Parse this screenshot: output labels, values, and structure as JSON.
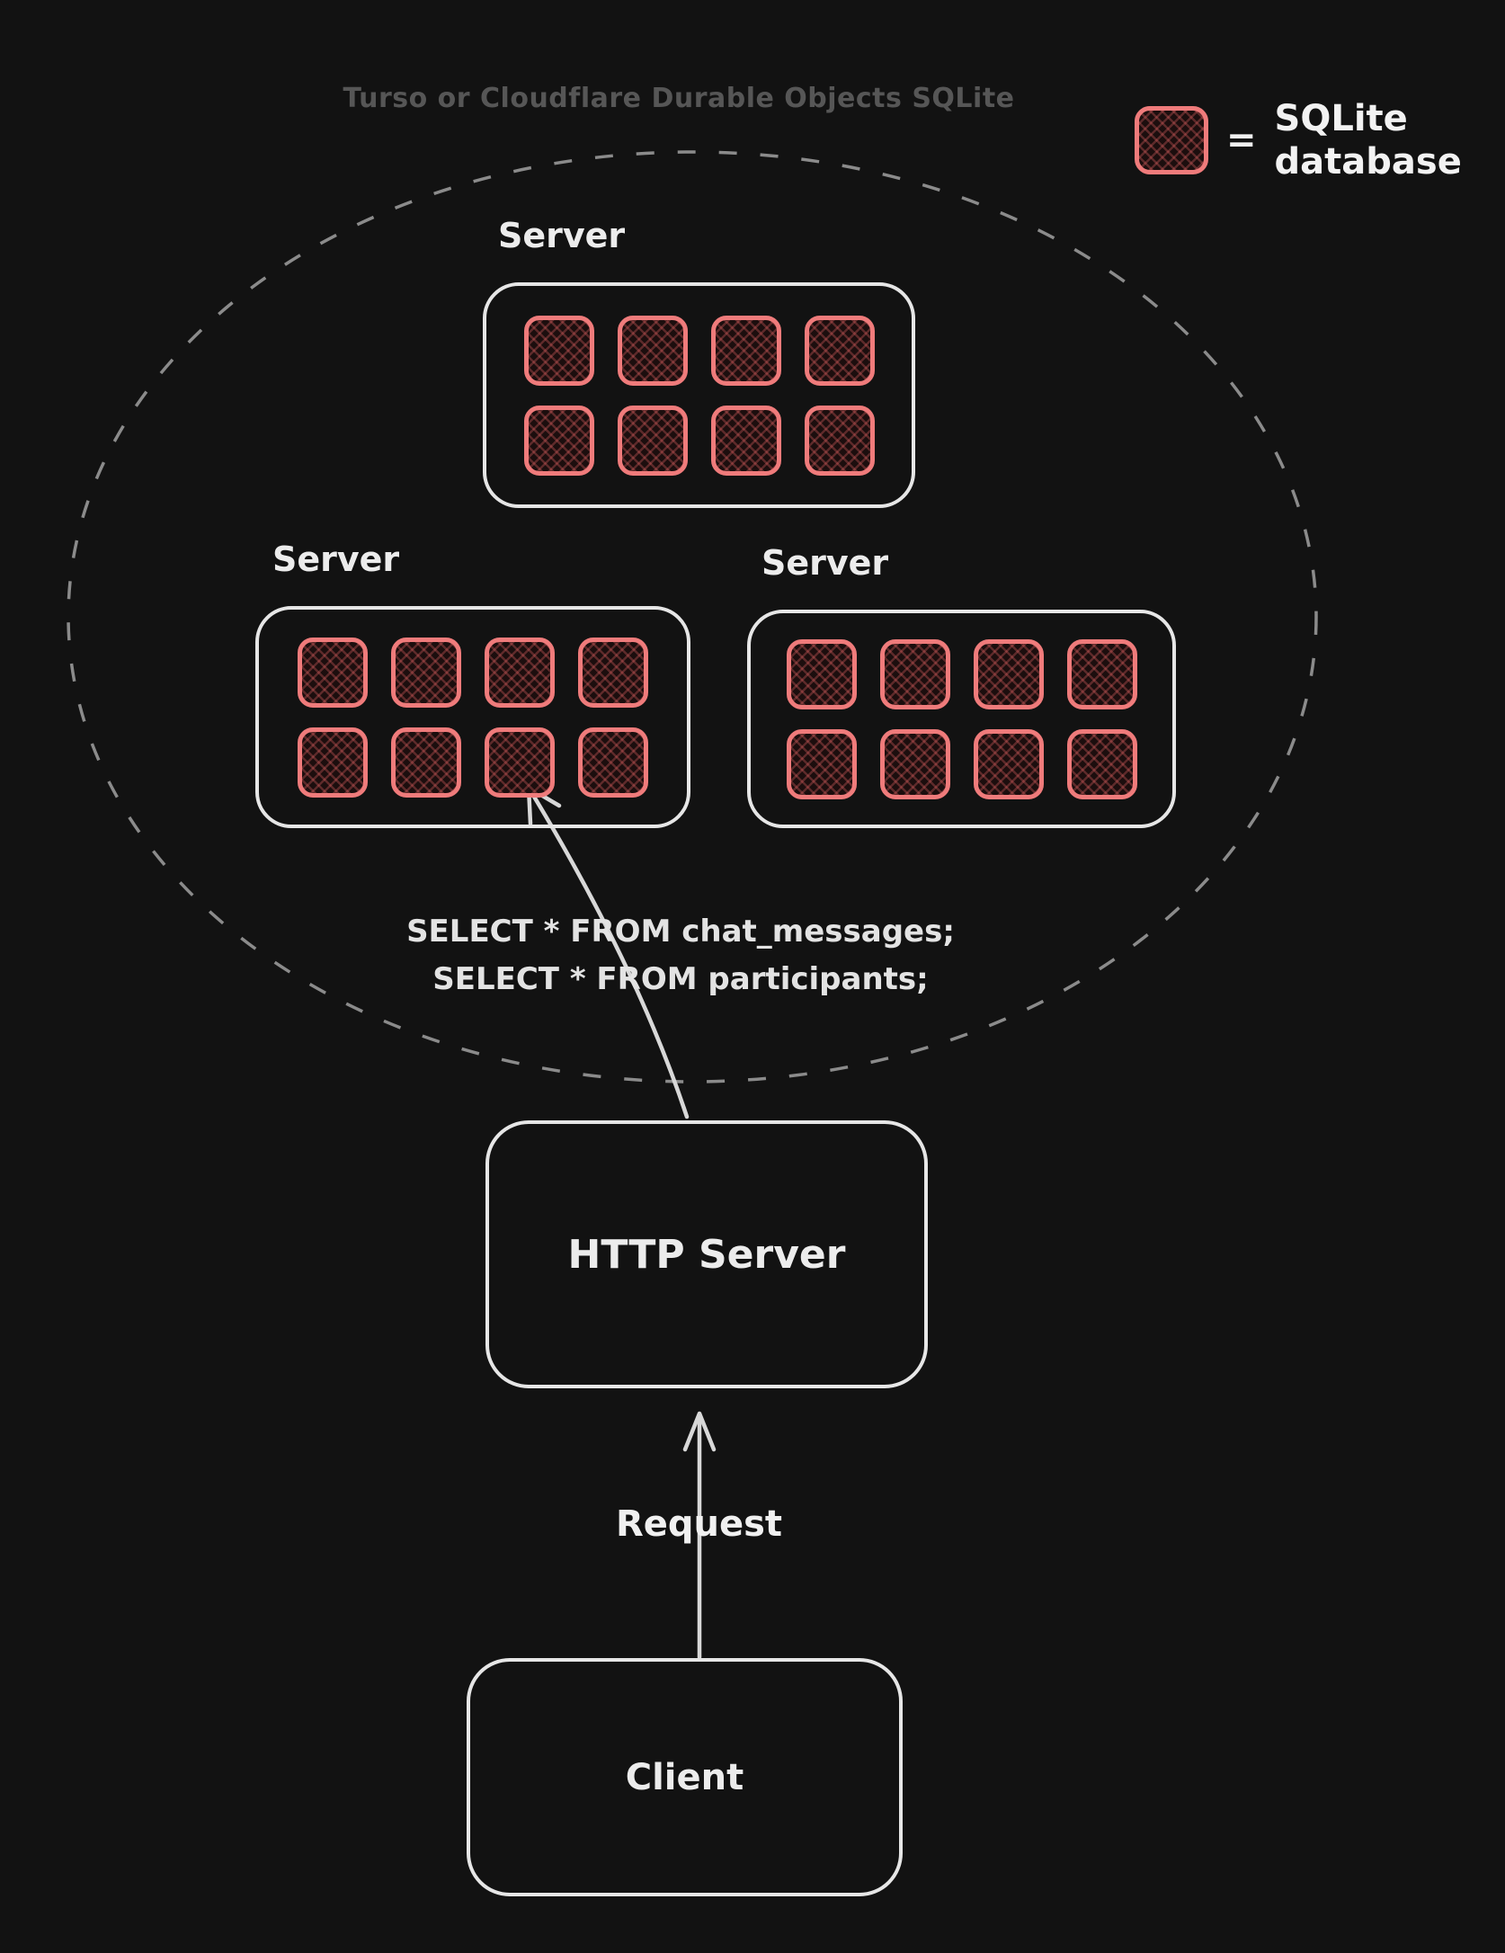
{
  "title": "Turso or Cloudflare Durable Objects SQLite",
  "legend": {
    "equals": "=",
    "label": "SQLite\ndatabase"
  },
  "cluster": {
    "servers": [
      {
        "label": "Server",
        "db_count": 8
      },
      {
        "label": "Server",
        "db_count": 8
      },
      {
        "label": "Server",
        "db_count": 8
      }
    ]
  },
  "annotations": {
    "sql_query": "SELECT * FROM chat_messages;\nSELECT * FROM participants;",
    "request_label": "Request"
  },
  "nodes": {
    "http_server_label": "HTTP Server",
    "client_label": "Client"
  },
  "colors": {
    "background": "#121212",
    "box_stroke": "#e6e6e6",
    "database_red": "#ef7b7b",
    "cluster_dash_gray": "#8b8b8b",
    "title_gray": "#565656",
    "arrow_gray": "#d8d8d8"
  }
}
